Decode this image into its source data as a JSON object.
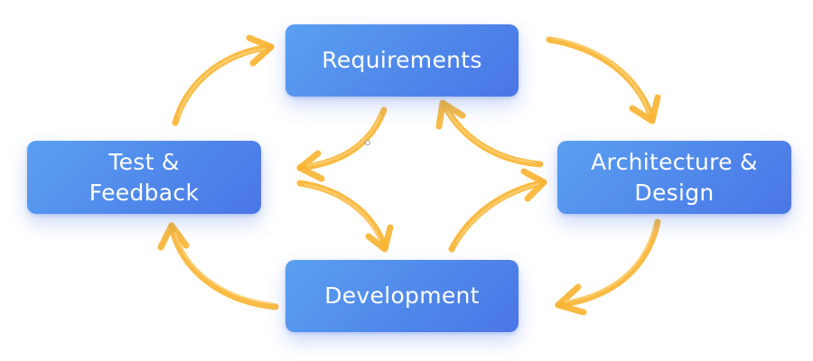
{
  "diagram": {
    "nodes": {
      "requirements": "Requirements",
      "architecture": "Architecture &\nDesign",
      "development": "Development",
      "test": "Test &\nFeedback"
    },
    "colors": {
      "node_fill": "#4f86ea",
      "node_text": "#ffffff",
      "arrow": "#f8b534",
      "background": "#ffffff"
    },
    "edges": [
      {
        "from": "requirements",
        "to": "architecture"
      },
      {
        "from": "architecture",
        "to": "development"
      },
      {
        "from": "development",
        "to": "test"
      },
      {
        "from": "test",
        "to": "requirements"
      },
      {
        "from": "requirements",
        "to": "test"
      },
      {
        "from": "test",
        "to": "development"
      },
      {
        "from": "development",
        "to": "architecture"
      },
      {
        "from": "architecture",
        "to": "requirements"
      }
    ]
  }
}
